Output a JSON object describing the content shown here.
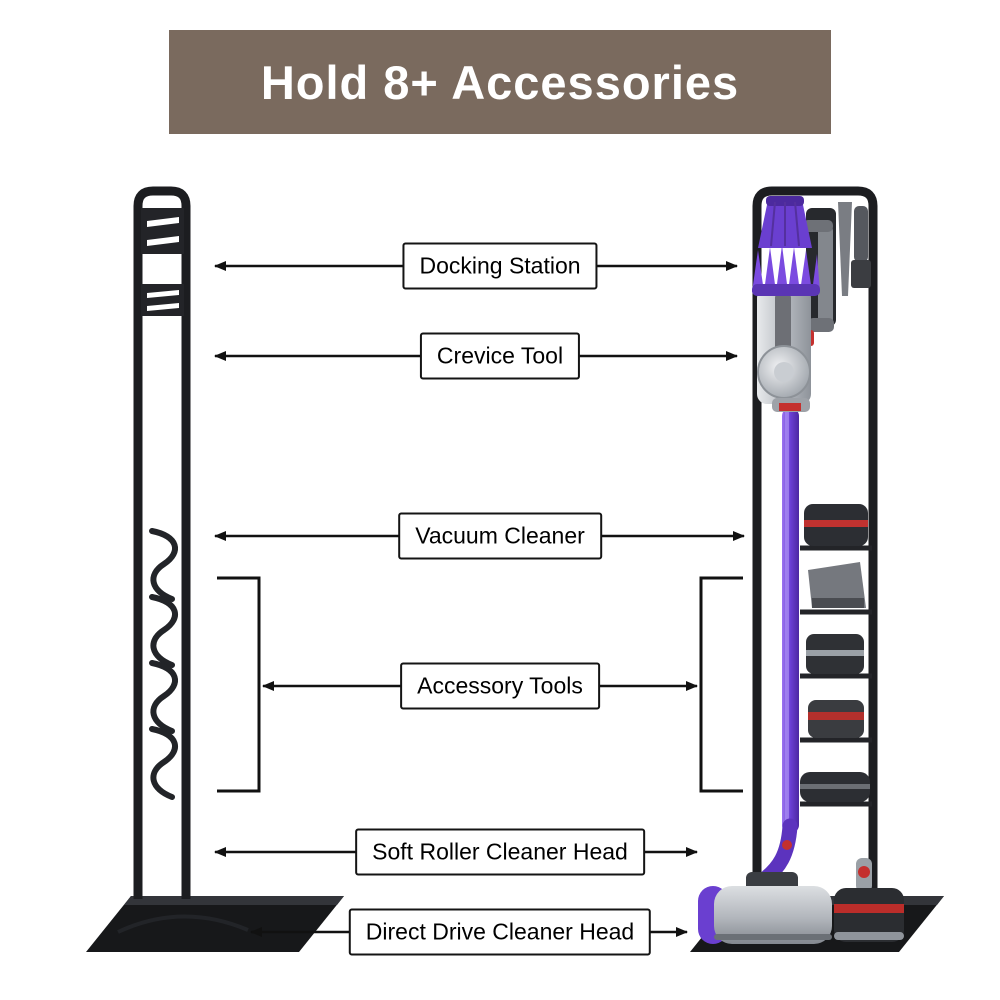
{
  "banner": {
    "title": "Hold 8+ Accessories",
    "background_color": "#7a6a5e",
    "text_color": "#ffffff"
  },
  "callouts": [
    {
      "text": "Docking Station"
    },
    {
      "text": "Crevice Tool"
    },
    {
      "text": "Vacuum Cleaner"
    },
    {
      "text": "Accessory Tools"
    },
    {
      "text": "Soft Roller Cleaner Head"
    },
    {
      "text": "Direct Drive Cleaner Head"
    }
  ],
  "scene": {
    "left_figure": "empty docking stand",
    "right_figure": "docking stand holding cordless vacuum and accessories",
    "colors": {
      "stand_frame": "#1c1d20",
      "vacuum_purple": "#6a3fd0",
      "vacuum_silver": "#b9bdc3",
      "detail_red": "#c4302e",
      "arrow_black": "#111111"
    }
  }
}
